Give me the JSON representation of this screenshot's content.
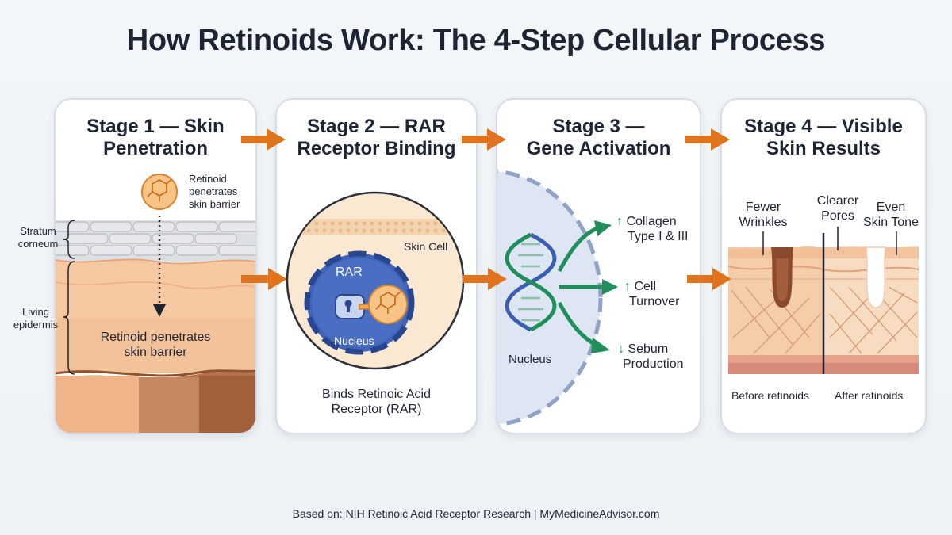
{
  "title": "How Retinoids Work: The 4-Step Cellular Process",
  "footer": "Based on: NIH Retinoic Acid Receptor Research | MyMedicineAdvisor.com",
  "colors": {
    "arrow": "#e0731e",
    "nucleus_blue": "#3a5fb0",
    "dna_green": "#1f8e5a",
    "retinoid_orange": "#f5b56e",
    "skin_peach": "#f3c29a"
  },
  "stage1": {
    "title": [
      "Stage 1 — Skin",
      "Penetration"
    ],
    "molecule_label": [
      "Retinoid",
      "penetrates",
      "skin barrier"
    ],
    "side_label_top": [
      "Stratum",
      "corneum"
    ],
    "side_label_bottom": [
      "Living",
      "epidermis"
    ],
    "center_label": [
      "Retinoid penetrates",
      "skin barrier"
    ]
  },
  "stage2": {
    "title": [
      "Stage 2 — RAR",
      "Receptor Binding"
    ],
    "skin_cell_label": "Skin Cell",
    "rar_label": "RAR",
    "nucleus_label": "Nucleus",
    "caption": [
      "Binds Retinoic Acid",
      "Receptor (RAR)"
    ]
  },
  "stage3": {
    "title": [
      "Stage 3 —",
      "Gene Activation"
    ],
    "nucleus_label": "Nucleus",
    "effects": [
      {
        "arrow": "↑",
        "lines": [
          "Collagen",
          "Type I & III"
        ]
      },
      {
        "arrow": "↑",
        "lines": [
          "Cell",
          "Turnover"
        ]
      },
      {
        "arrow": "↓",
        "lines": [
          "Sebum",
          "Production"
        ]
      }
    ]
  },
  "stage4": {
    "title": [
      "Stage 4 — Visible",
      "Skin Results"
    ],
    "labels": [
      [
        "Fewer",
        "Wrinkles"
      ],
      [
        "Clearer",
        "Pores"
      ],
      [
        "Even",
        "Skin Tone"
      ]
    ],
    "before": "Before retinoids",
    "after": "After retinoids"
  }
}
